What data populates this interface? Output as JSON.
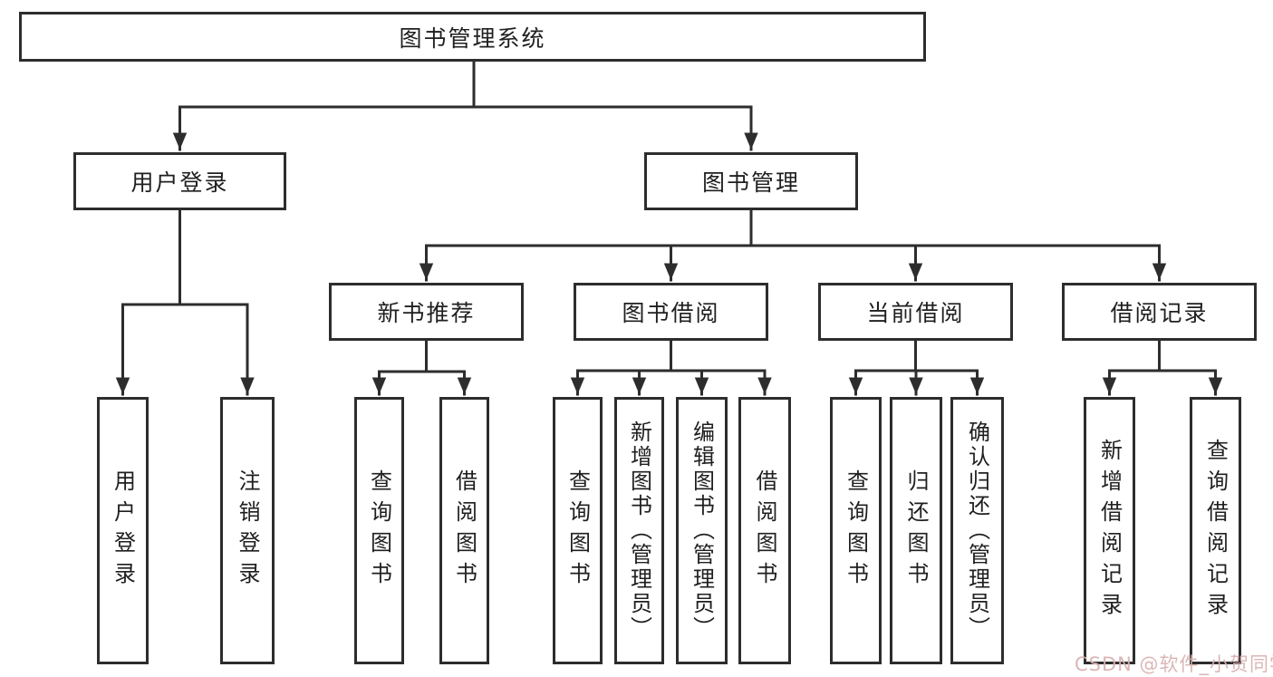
{
  "tree": {
    "root": "图书管理系统",
    "branches": [
      {
        "label": "用户登录",
        "children": [
          "用户登录",
          "注销登录"
        ]
      },
      {
        "label": "图书管理",
        "groups": [
          {
            "label": "新书推荐",
            "children": [
              "查询图书",
              "借阅图书"
            ]
          },
          {
            "label": "图书借阅",
            "children": [
              "查询图书",
              "新增图书（管理员）",
              "编辑图书（管理员）",
              "借阅图书"
            ]
          },
          {
            "label": "当前借阅",
            "children": [
              "查询图书",
              "归还图书",
              "确认归还（管理员）"
            ]
          },
          {
            "label": "借阅记录",
            "children": [
              "新增借阅记录",
              "查询借阅记录"
            ]
          }
        ]
      }
    ]
  },
  "watermark": {
    "text": "CSDN @软件_小贺同学",
    "color": "#d8b0b0"
  },
  "colors": {
    "line": "#2d2d2d",
    "border": "#2d2d2d",
    "text": "#1f1f1f",
    "background": "#ffffff"
  }
}
